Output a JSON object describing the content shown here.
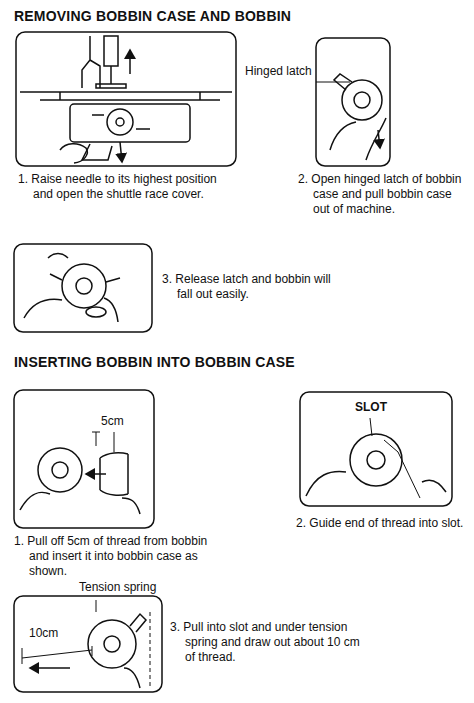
{
  "diagram": {
    "title": "REMOVING BOBBIN CASE AND BOBBIN",
    "labels": [
      "Hinged latch",
      "1. Raise needle to its highest position and open the shuttle race cover.",
      "2. Open hinged latch of bobbin case and pull bobbin case out of machine.",
      "3. Release latch and bobbin will fall out easily.",
      "INSERTING BOBBIN INTO BOBBIN CASE",
      "5cm",
      "1. Pull off 5cm of thread from bobbin and insert it into bobbin case as shown.",
      "SLOT",
      "2. Guide end of thread into slot.",
      "Tension spring",
      "10cm",
      "3. Pull into slot and under tension spring and draw out about 10 cm of thread."
    ]
  }
}
